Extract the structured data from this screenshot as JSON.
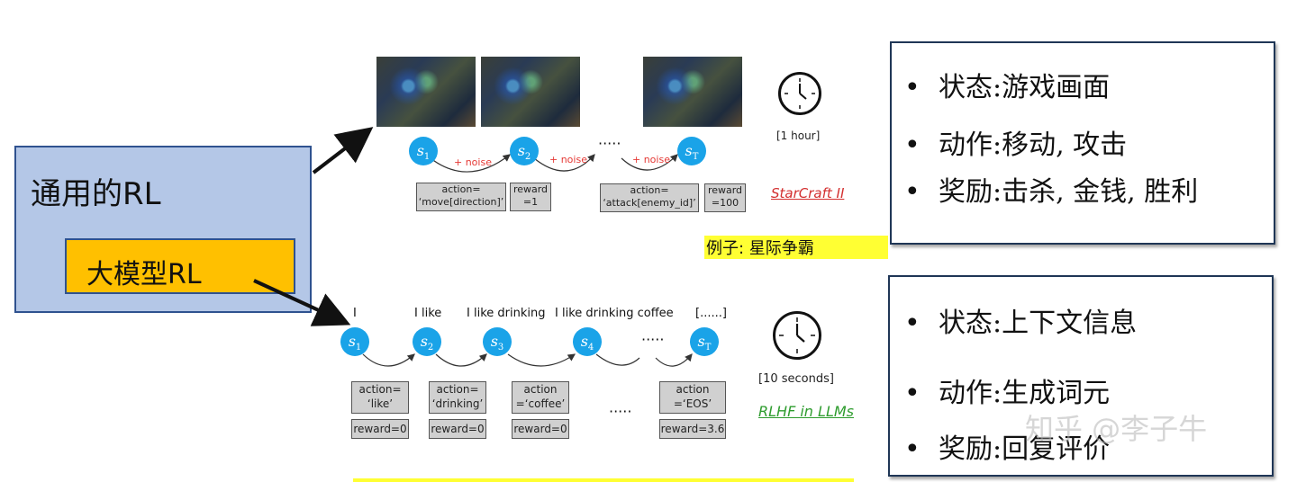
{
  "general_rl": {
    "label": "通用的RL"
  },
  "llm_rl": {
    "label": "大模型RL"
  },
  "starcraft": {
    "states": [
      {
        "sym": "s",
        "sub": "1"
      },
      {
        "sym": "s",
        "sub": "2"
      },
      {
        "sym": "s",
        "sub": "T"
      }
    ],
    "noise": "+ noise",
    "ellipsis": "·····",
    "action1": "action=\n‘move[direction]’",
    "reward1": "reward\n=1",
    "action2": "action=\n‘attack[enemy_id]’",
    "reward2": "reward\n=100",
    "time": "[1 hour]",
    "tag": "StarCraft II",
    "example": "例子: 星际争霸"
  },
  "rlhf": {
    "prefixes": [
      "I",
      "I like",
      "I like drinking",
      "I like drinking coffee",
      "[......]"
    ],
    "states": [
      {
        "sym": "s",
        "sub": "1"
      },
      {
        "sym": "s",
        "sub": "2"
      },
      {
        "sym": "s",
        "sub": "3"
      },
      {
        "sym": "s",
        "sub": "4"
      },
      {
        "sym": "s",
        "sub": "T"
      }
    ],
    "ellipsis": "·····",
    "ellipsis2": "·····",
    "actions": [
      "action=\n‘like’",
      "action=\n‘drinking’",
      "action\n=‘coffee’",
      "action\n=‘EOS’"
    ],
    "rewards": [
      "reward=0",
      "reward=0",
      "reward=0",
      "reward=3.6"
    ],
    "time": "[10 seconds]",
    "tag": "RLHF in LLMs"
  },
  "info_general": {
    "items": [
      {
        "bullet": "•",
        "text": "状态:游戏画面"
      },
      {
        "bullet": "•",
        "text": "动作:移动, 攻击"
      },
      {
        "bullet": "•",
        "text": "奖励:击杀, 金钱, 胜利"
      }
    ]
  },
  "info_llm": {
    "items": [
      {
        "bullet": "•",
        "text": "状态:上下文信息"
      },
      {
        "bullet": "•",
        "text": "动作:生成词元"
      },
      {
        "bullet": "•",
        "text": "奖励:回复评价"
      }
    ]
  },
  "watermark": "知乎 @李子牛",
  "colors": {
    "node": "#1aa3e8",
    "rl_box": "#b4c7e7",
    "llm_box": "#ffc000",
    "highlight": "#ffff33"
  }
}
